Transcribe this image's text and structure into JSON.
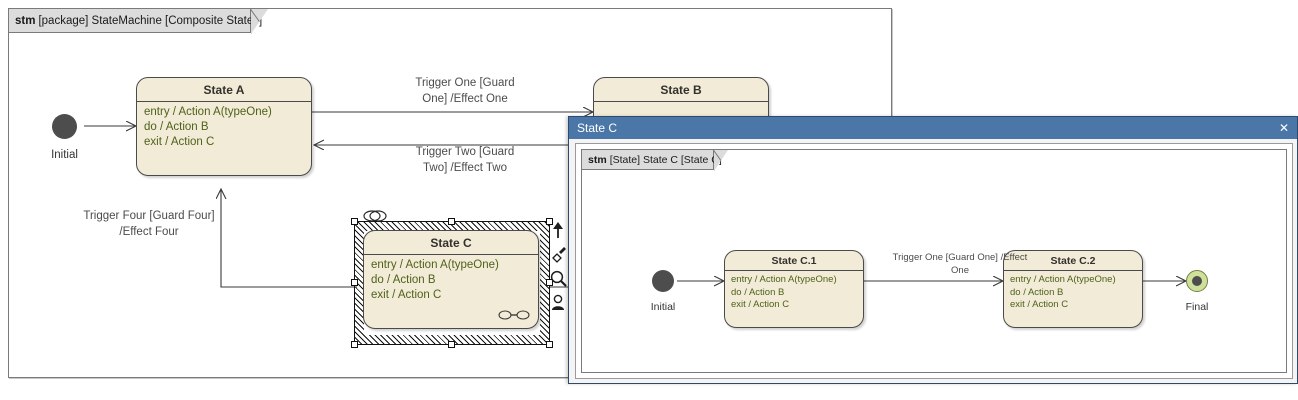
{
  "diagram": {
    "frame_tab": {
      "kind": "stm",
      "text": "[package] StateMachine [Composite States]"
    },
    "states": [
      {
        "name": "State A",
        "body": [
          "entry / Action A(typeOne)",
          "do / Action B",
          "exit / Action C"
        ]
      },
      {
        "name": "State B",
        "body": []
      },
      {
        "name": "State C",
        "body": [
          "entry / Action A(typeOne)",
          "do / Action B",
          "exit / Action C"
        ]
      }
    ],
    "initial_label": "Initial",
    "transitions": [
      {
        "id": "t1",
        "label_line1": "Trigger One [Guard",
        "label_line2": "One] /Effect One"
      },
      {
        "id": "t2",
        "label_line1": "Trigger Two [Guard",
        "label_line2": "Two] /Effect Two"
      },
      {
        "id": "t4",
        "label_line1": "Trigger Four [Guard Four]",
        "label_line2": "/Effect Four"
      }
    ],
    "selection": {
      "target": "State C",
      "composite_badge": "composite-state-badge",
      "decomposition_badge": "hidden-decomposition-badge"
    },
    "mini_toolbar": [
      {
        "icon": "arrow-up-icon",
        "title": "Move Up"
      },
      {
        "icon": "paint-brush-icon",
        "title": "Format"
      },
      {
        "icon": "magnifier-icon",
        "title": "Zoom"
      },
      {
        "icon": "person-icon",
        "title": "Actor"
      }
    ]
  },
  "statec_window": {
    "title": "State C",
    "close_glyph": "✕",
    "frame_tab": {
      "kind": "stm",
      "text": "[State] State C [State C]"
    },
    "initial_label": "Initial",
    "final_label": "Final",
    "states": [
      {
        "name": "State C.1",
        "body": [
          "entry / Action A(typeOne)",
          "do / Action B",
          "exit / Action C"
        ]
      },
      {
        "name": "State C.2",
        "body": [
          "entry / Action A(typeOne)",
          "do / Action B",
          "exit / Action C"
        ]
      }
    ],
    "transitions": [
      {
        "id": "tc1",
        "label_line1": "Trigger One [Guard One] /Effect",
        "label_line2": "One"
      }
    ]
  },
  "colors": {
    "state_fill": "#f2ebd8",
    "state_border": "#4a4a4a",
    "state_body_text": "#4e6219",
    "title_bar": "#4a77a8",
    "final_fill": "#cfe09a",
    "initial_fill": "#4d4d4d",
    "frame_tab_fill": "#dcdcdc"
  }
}
